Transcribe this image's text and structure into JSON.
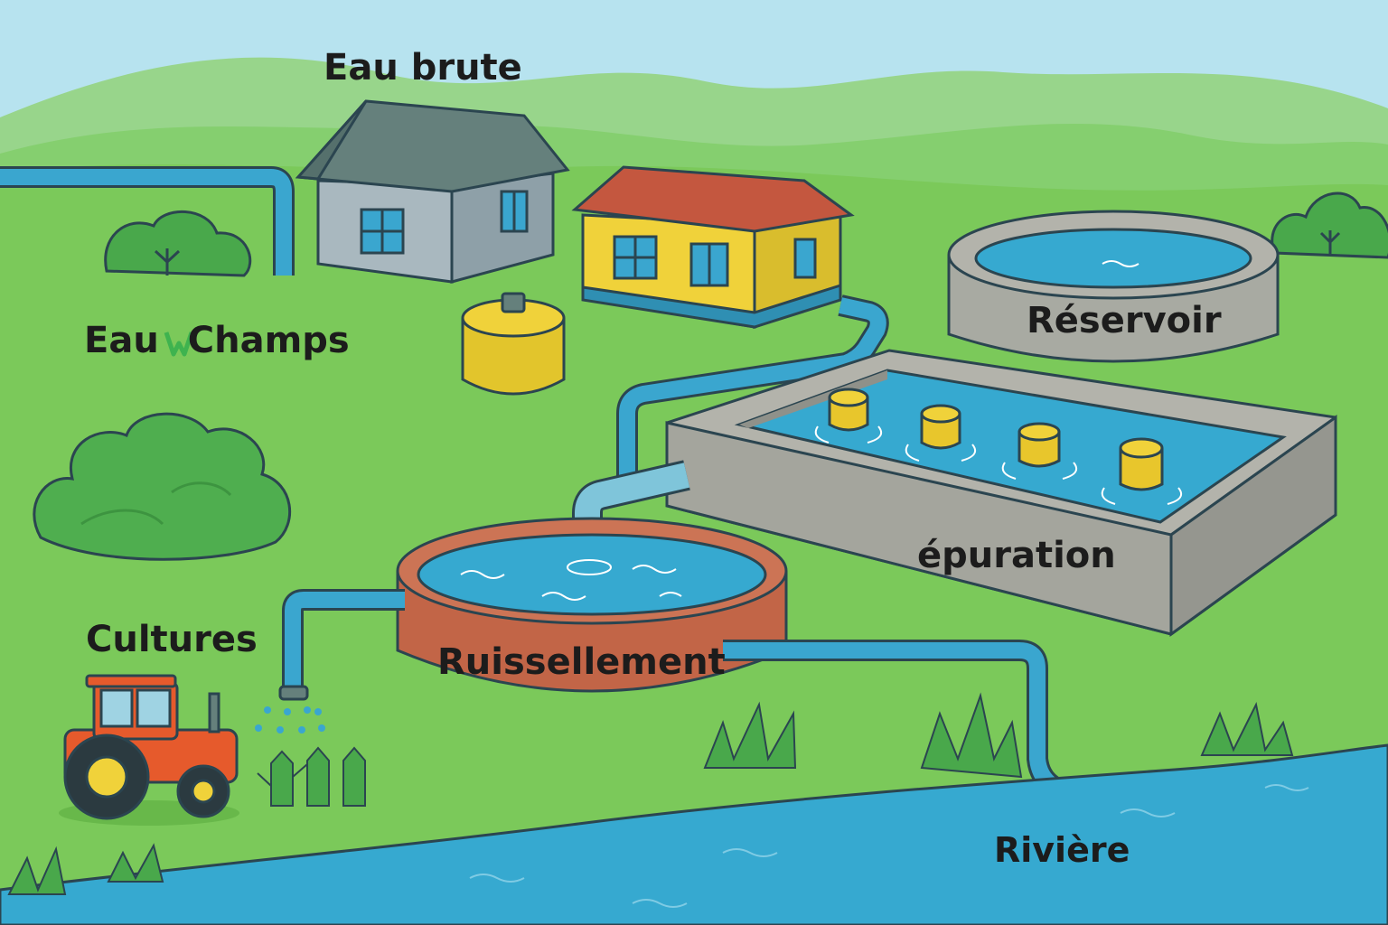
{
  "labels": {
    "raw_water": "Eau brute",
    "field_water": "Eau    Champs",
    "crops": "Cultures",
    "reservoir": "Réservoir",
    "purification": "épuration",
    "runoff": "Ruissellement",
    "river": "Rivière"
  },
  "colors": {
    "sky": "#a9dcec",
    "hills_far": "#9ad68e",
    "grass": "#7ccc5e",
    "water": "#36a9d0",
    "pipe": "#3aa6cf",
    "outline": "#2b4550",
    "house_grey": "#a9b8bf",
    "roof_grey": "#65807c",
    "house_yellow": "#f0d23a",
    "roof_red": "#c4573f",
    "tank_yellow": "#f0d23a",
    "tank_red": "#c26547",
    "concrete": "#b3b3ab",
    "tractor_red": "#e65a2c"
  }
}
